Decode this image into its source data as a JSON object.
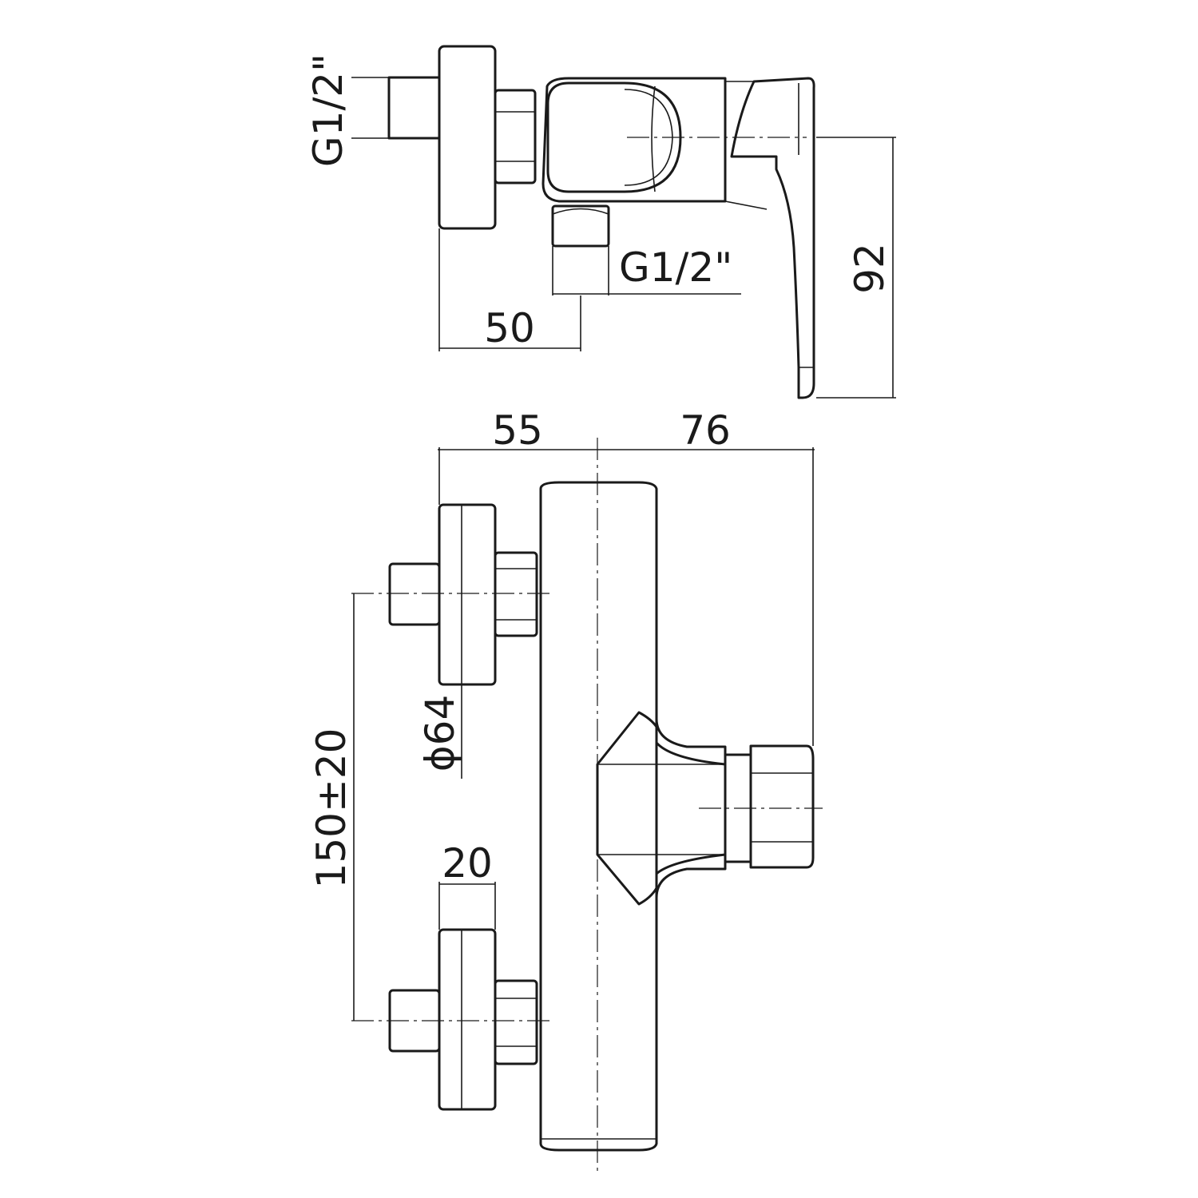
{
  "drawing": {
    "side_view": {
      "inlet_thread_label": "G1/2\"",
      "outlet_thread_label": "G1/2\"",
      "depth_label": "50",
      "height_label": "92"
    },
    "front_view": {
      "left_width_label": "55",
      "right_width_label": "76",
      "rosette_diameter_label": "ϕ64",
      "centers_label": "150±20",
      "rosette_depth_label": "20"
    },
    "colors": {
      "line": "#1a1a1a",
      "background": "#ffffff"
    }
  }
}
